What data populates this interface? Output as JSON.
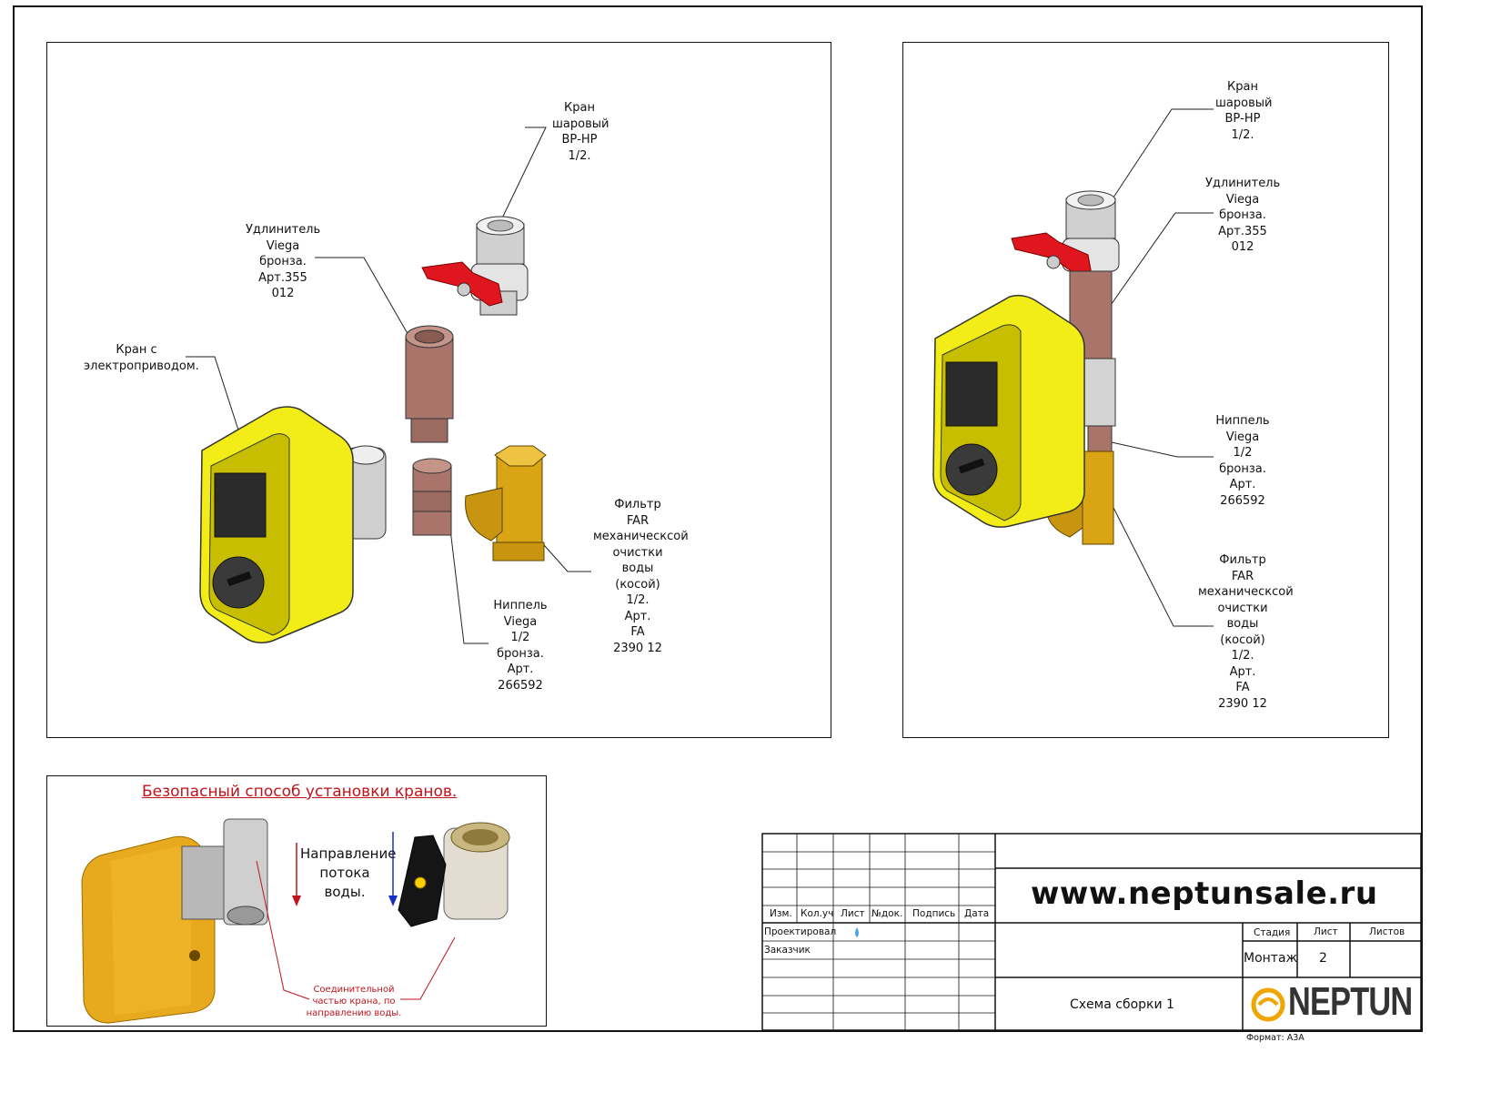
{
  "left_view": {
    "callouts": {
      "ball_valve": [
        "Кран",
        "шаровый",
        "ВР-НР",
        "1/2."
      ],
      "extension": [
        "Удлинитель",
        "Viega",
        "бронза.",
        "Арт.355",
        "012"
      ],
      "motor_valve": [
        "Кран с",
        "электроприводом."
      ],
      "nipple": [
        "Ниппель",
        "Viega",
        "1/2",
        "бронза.",
        "Арт.",
        "266592"
      ],
      "filter": [
        "Фильтр",
        "FAR",
        "механическсой",
        "очистки",
        "воды",
        "(косой)",
        "1/2.",
        "Арт.",
        "FA",
        "2390 12"
      ]
    }
  },
  "right_view": {
    "callouts": {
      "ball_valve": [
        "Кран",
        "шаровый",
        "ВР-НР",
        "1/2."
      ],
      "extension": [
        "Удлинитель",
        "Viega",
        "бронза.",
        "Арт.355",
        "012"
      ],
      "nipple": [
        "Ниппель",
        "Viega",
        "1/2",
        "бронза.",
        "Арт.",
        "266592"
      ],
      "filter": [
        "Фильтр",
        "FAR",
        "механическсой",
        "очистки",
        "воды",
        "(косой)",
        "1/2.",
        "Арт.",
        "FA",
        "2390 12"
      ]
    }
  },
  "insert": {
    "title": "Безопасный способ установки кранов.",
    "flow_label": [
      "Направление",
      "потока",
      "воды."
    ],
    "note": [
      "Соединительной",
      "частью крана, по",
      "направлению воды."
    ]
  },
  "title_block": {
    "headers": {
      "izm": "Изм.",
      "kol": "Кол.уч",
      "list": "Лист",
      "ndoc": "№док.",
      "podpis": "Подпись",
      "data": "Дата"
    },
    "rows": {
      "designed": "Проектировал",
      "customer": "Заказчик"
    },
    "website": "www.neptunsale.ru",
    "stage_header": "Стадия",
    "sheet_header": "Лист",
    "sheets_header": "Листов",
    "stage_value": "Монтаж",
    "sheet_value": "2",
    "drawing_name": "Схема сборки 1",
    "logo": "NEPTUN",
    "format": "Формат: А3А"
  },
  "colors": {
    "actuator_yellow": "#f2ec17",
    "actuator_dark": "#9a9000",
    "handle_red": "#e0161e",
    "brass": "#d9a514",
    "bronze": "#a9756a",
    "chrome": "#d8d8d8",
    "accent_red": "#c0131b",
    "arrow_blue": "#1a2fc8"
  }
}
